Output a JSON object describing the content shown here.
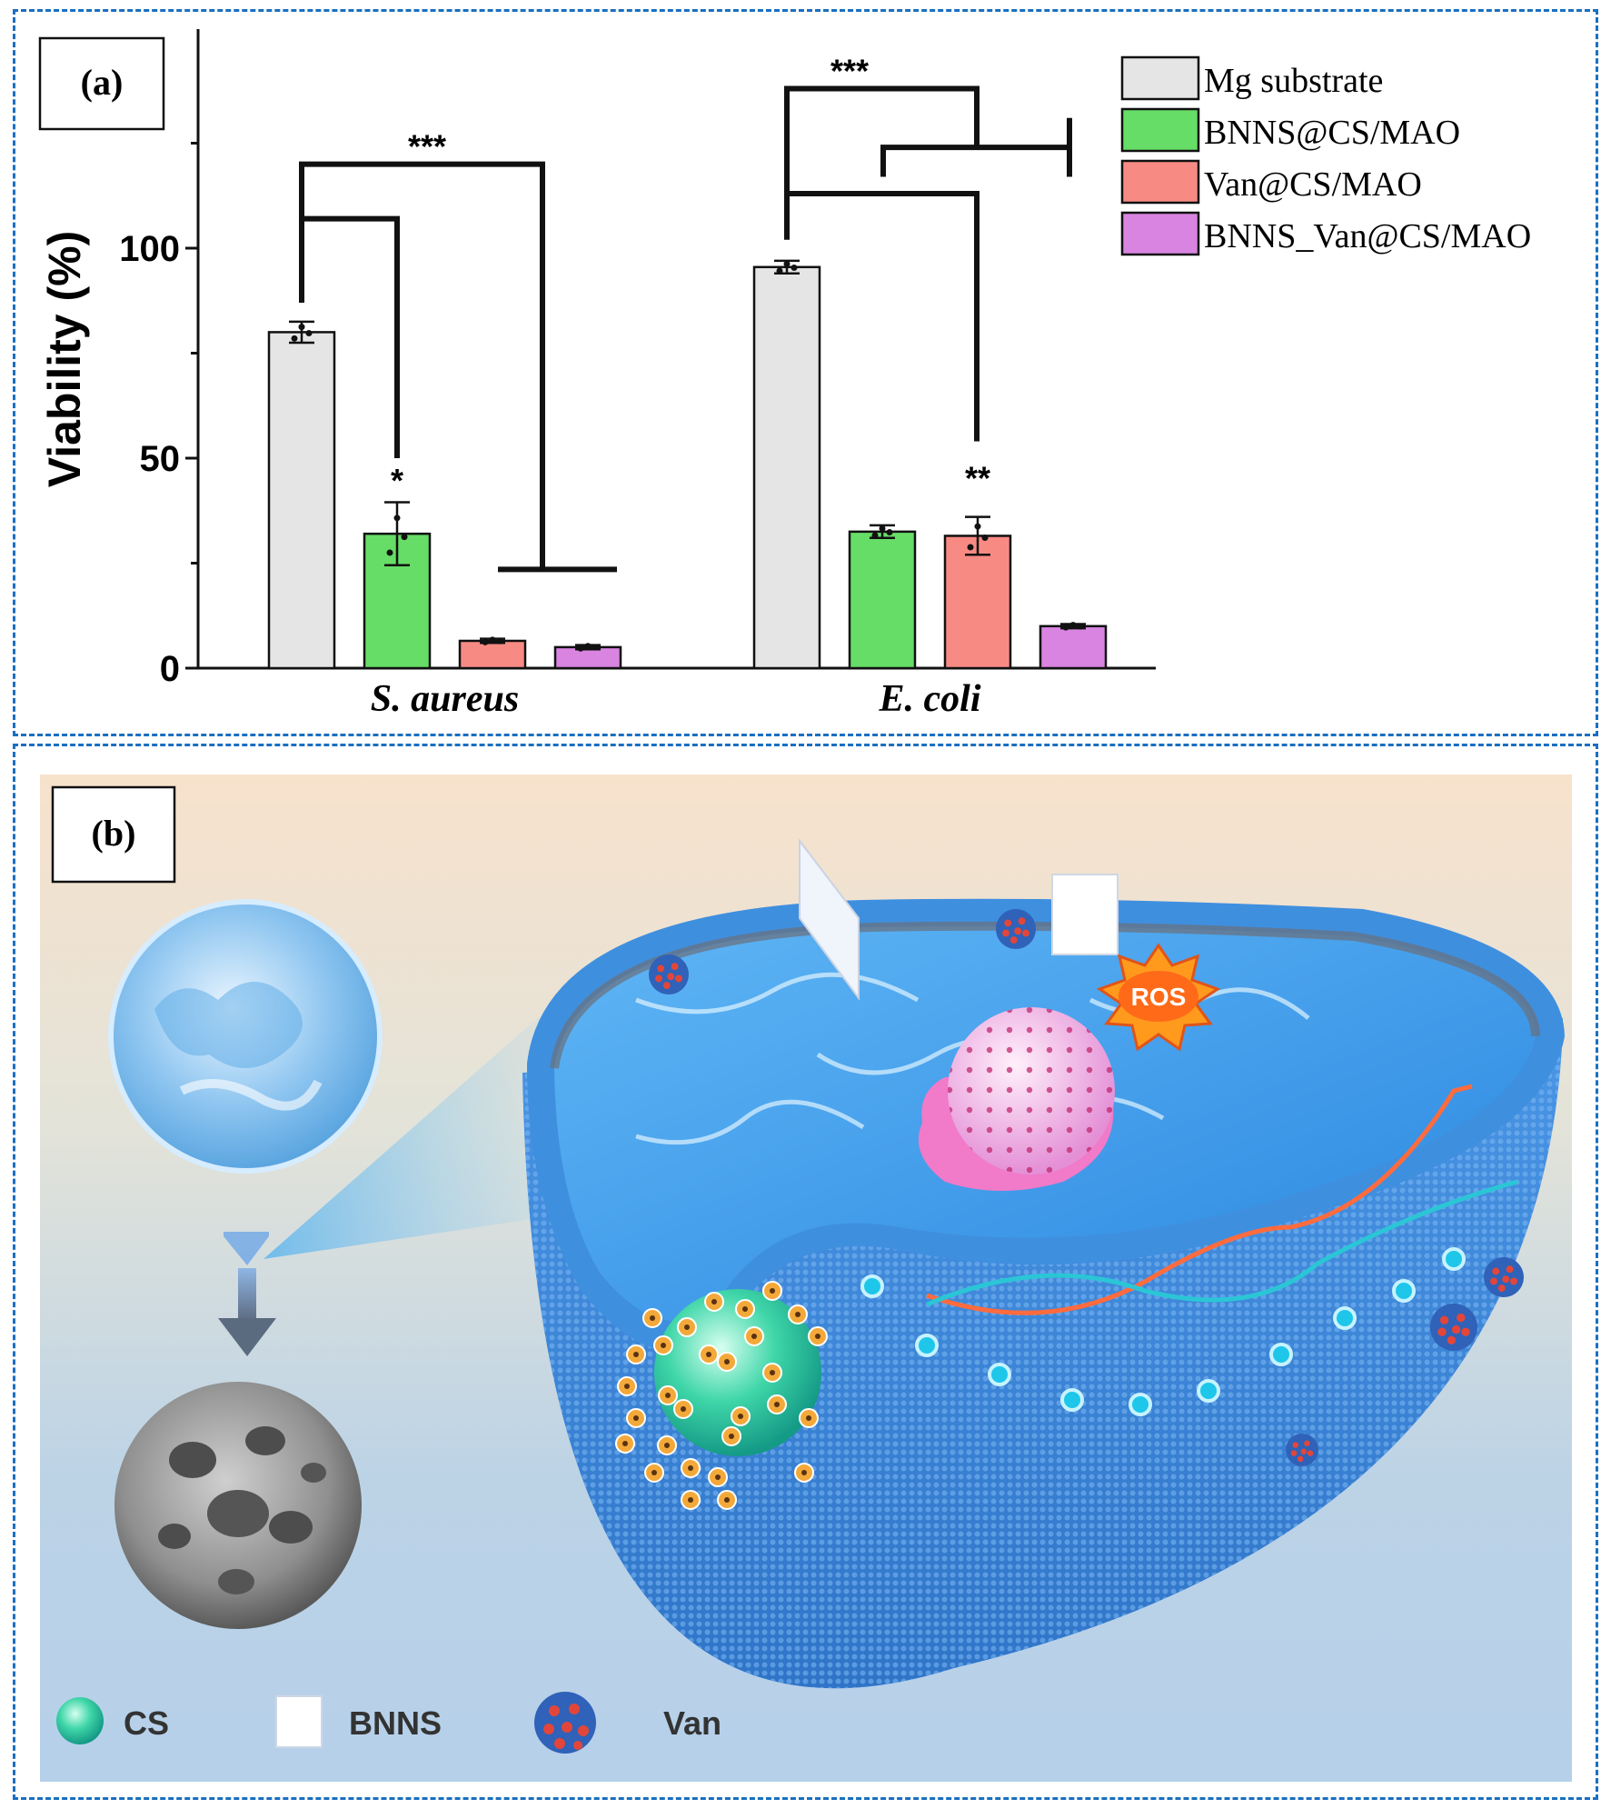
{
  "panel_a": {
    "label": "(a)"
  },
  "panel_b": {
    "label": "(b)",
    "ros_label": "ROS",
    "legend": [
      {
        "icon": "cs-sphere-icon",
        "label": "CS"
      },
      {
        "icon": "bnns-sheet-icon",
        "label": "BNNS"
      },
      {
        "icon": "van-particle-icon",
        "label": "Van"
      }
    ]
  },
  "colors": {
    "frame": "#1a6fc0",
    "Mg substrate": "#e5e5e5",
    "BNNS@CS/MAO": "#66dd66",
    "Van@CS/MAO": "#f88a84",
    "BNNS_Van@CS/MAO": "#d884e0"
  },
  "chart_data": {
    "type": "bar",
    "categories": [
      "S. aureus",
      "E. coli"
    ],
    "ylabel": "Viability (%)",
    "xlabel": "",
    "ylim": [
      0,
      150
    ],
    "yticks": [
      0,
      50,
      100
    ],
    "legend_position": "top-right",
    "series": [
      {
        "name": "Mg substrate",
        "values": [
          80,
          95.5
        ],
        "errors": [
          2.5,
          1.5
        ]
      },
      {
        "name": "BNNS@CS/MAO",
        "values": [
          32,
          32.5
        ],
        "errors": [
          7.5,
          1.5
        ]
      },
      {
        "name": "Van@CS/MAO",
        "values": [
          6.5,
          31.5
        ],
        "errors": [
          0.5,
          4.5
        ]
      },
      {
        "name": "BNNS_Van@CS/MAO",
        "values": [
          5,
          10
        ],
        "errors": [
          0.5,
          0.5
        ]
      }
    ],
    "annotations": {
      "s_aureus_bracket_top": "***",
      "s_aureus_bnns_star": "*",
      "e_coli_bracket_top": "***",
      "e_coli_van_star": "**"
    }
  }
}
